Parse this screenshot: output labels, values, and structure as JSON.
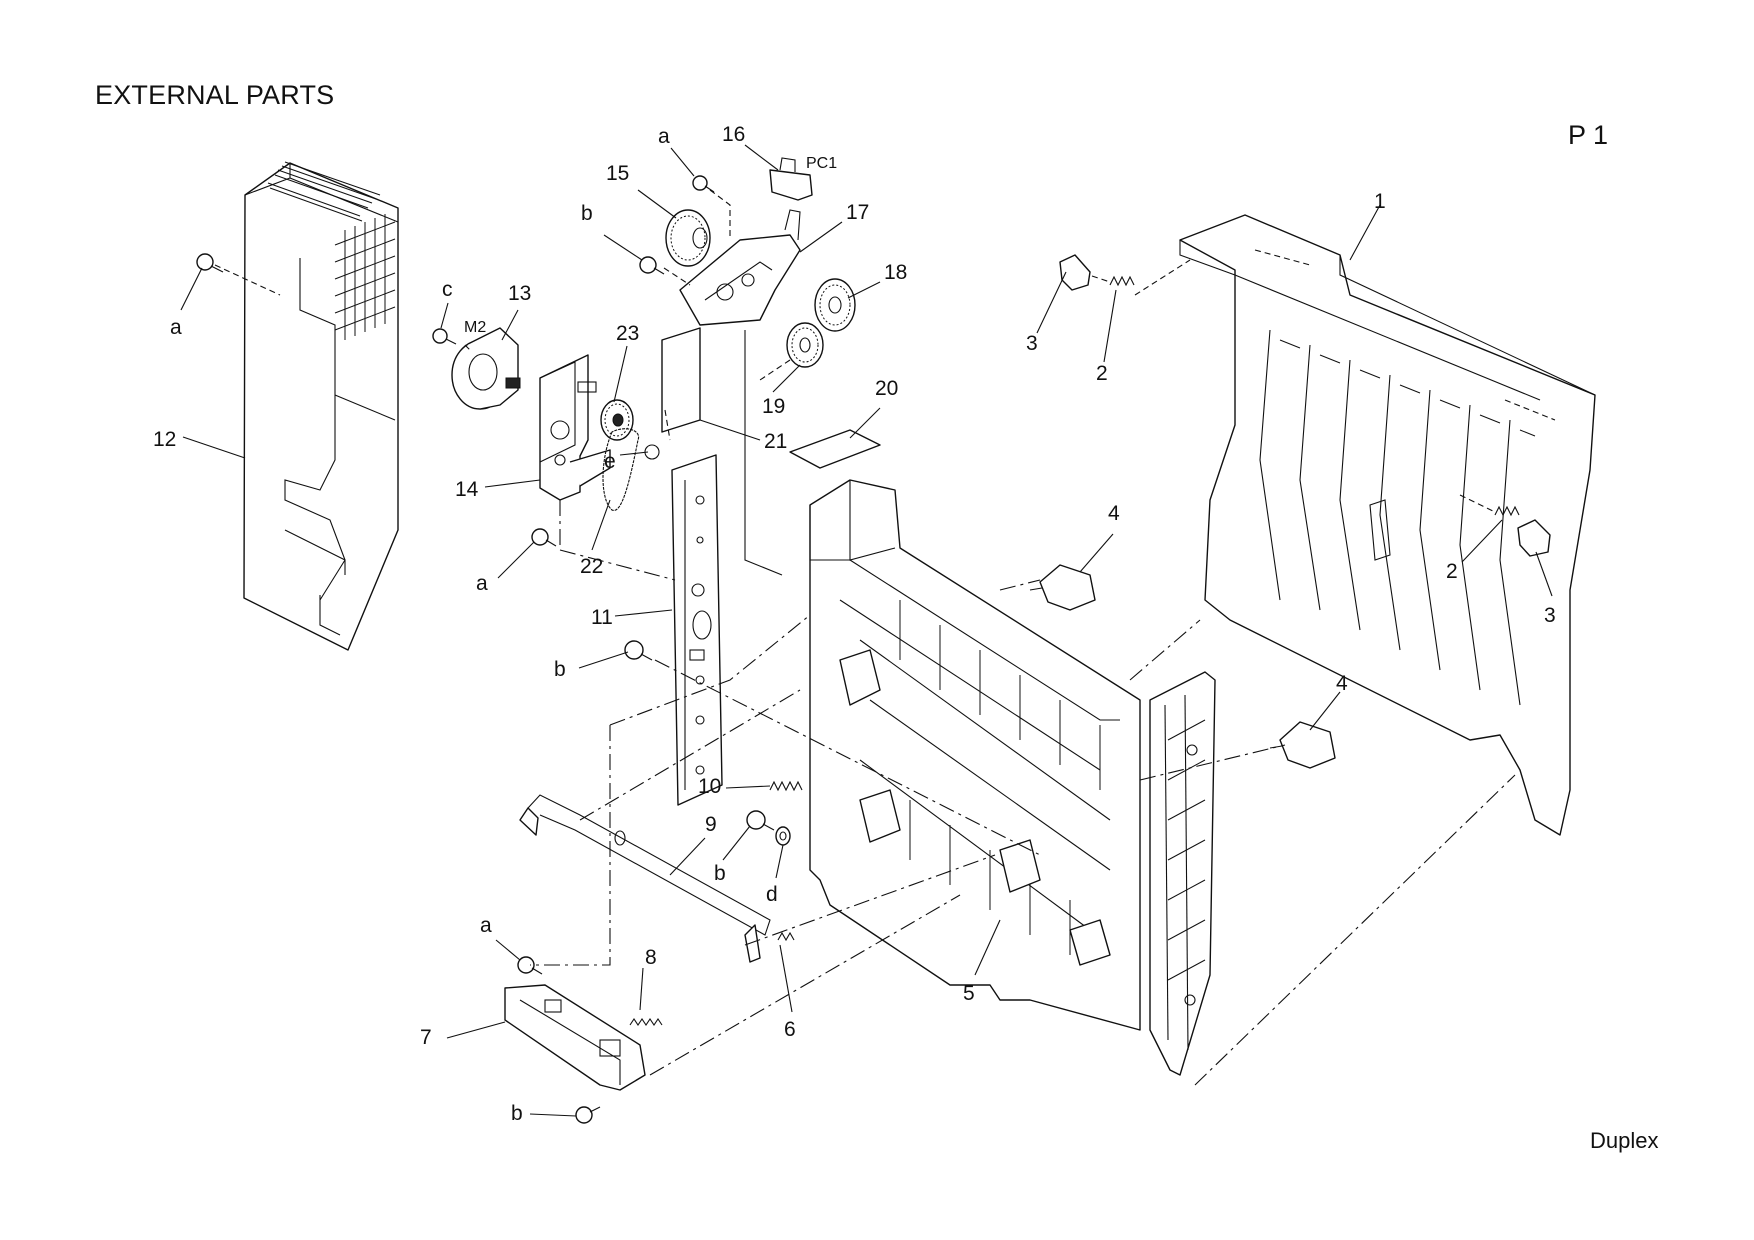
{
  "page": {
    "title": "EXTERNAL PARTS",
    "page_number": "P 1",
    "footer": "Duplex"
  },
  "callouts": [
    {
      "id": "c-a1",
      "text": "a"
    },
    {
      "id": "c-12",
      "text": "12"
    },
    {
      "id": "c-c",
      "text": "c"
    },
    {
      "id": "c-m2",
      "text": "M2"
    },
    {
      "id": "c-13",
      "text": "13"
    },
    {
      "id": "c-14",
      "text": "14"
    },
    {
      "id": "c-a2",
      "text": "a"
    },
    {
      "id": "c-23",
      "text": "23"
    },
    {
      "id": "c-e",
      "text": "e"
    },
    {
      "id": "c-22",
      "text": "22"
    },
    {
      "id": "c-a3",
      "text": "a"
    },
    {
      "id": "c-16",
      "text": "16"
    },
    {
      "id": "c-pc1",
      "text": "PC1"
    },
    {
      "id": "c-15",
      "text": "15"
    },
    {
      "id": "c-b1",
      "text": "b"
    },
    {
      "id": "c-17",
      "text": "17"
    },
    {
      "id": "c-18",
      "text": "18"
    },
    {
      "id": "c-19",
      "text": "19"
    },
    {
      "id": "c-21",
      "text": "21"
    },
    {
      "id": "c-20",
      "text": "20"
    },
    {
      "id": "c-11",
      "text": "11"
    },
    {
      "id": "c-b2",
      "text": "b"
    },
    {
      "id": "c-10",
      "text": "10"
    },
    {
      "id": "c-9",
      "text": "9"
    },
    {
      "id": "c-b3",
      "text": "b"
    },
    {
      "id": "c-d",
      "text": "d"
    },
    {
      "id": "c-a4",
      "text": "a"
    },
    {
      "id": "c-8",
      "text": "8"
    },
    {
      "id": "c-7",
      "text": "7"
    },
    {
      "id": "c-6",
      "text": "6"
    },
    {
      "id": "c-b4",
      "text": "b"
    },
    {
      "id": "c-5",
      "text": "5"
    },
    {
      "id": "c-4a",
      "text": "4"
    },
    {
      "id": "c-4b",
      "text": "4"
    },
    {
      "id": "c-1",
      "text": "1"
    },
    {
      "id": "c-3a",
      "text": "3"
    },
    {
      "id": "c-2a",
      "text": "2"
    },
    {
      "id": "c-2b",
      "text": "2"
    },
    {
      "id": "c-3b",
      "text": "3"
    }
  ]
}
